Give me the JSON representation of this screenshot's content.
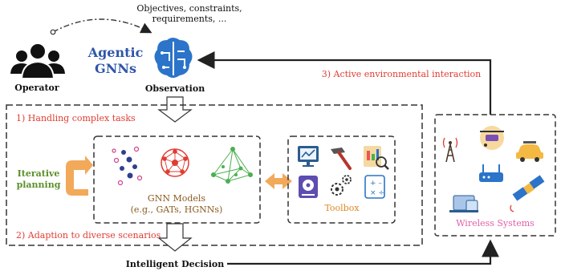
{
  "operator": {
    "label": "Operator"
  },
  "objectives": {
    "line1": "Objectives, constraints,",
    "line2": "requirements, ..."
  },
  "agentic": {
    "line1": "Agentic",
    "line2": "GNNs"
  },
  "observation": {
    "label": "Observation"
  },
  "interaction": {
    "label": "3) Active environmental interaction"
  },
  "tasks": {
    "label": "1) Handling complex tasks"
  },
  "adaption": {
    "label": "2) Adaption to diverse scenarios"
  },
  "iterative": {
    "line1": "Iterative",
    "line2": "planning"
  },
  "gnn": {
    "line1": "GNN Models",
    "line2": "(e.g., GATs, HGNNs)"
  },
  "toolbox": {
    "label": "Toolbox"
  },
  "wireless": {
    "label": "Wireless Systems"
  },
  "decision": {
    "label": "Intelligent Decision"
  },
  "colors": {
    "accent_red": "#e03c31",
    "iterative_green": "#5b8f2a",
    "gnn_brown": "#8a5a1e",
    "toolbox_orange": "#e0861f",
    "wireless_pink": "#e05fa8",
    "agentic_blue": "#2f56a8",
    "arrow_orange": "#f0a65a"
  },
  "icons": [
    "operator-group-icon",
    "brain-network-icon",
    "graph-nodes-icon",
    "network-circle-icon",
    "pyramid-graph-icon",
    "chart-monitor-icon",
    "hammer-icon",
    "report-search-icon",
    "hard-drive-icon",
    "gears-icon",
    "calculator-icon",
    "cell-tower-icon",
    "drone-icon",
    "car-icon",
    "router-icon",
    "devices-icon",
    "satellite-icon"
  ]
}
